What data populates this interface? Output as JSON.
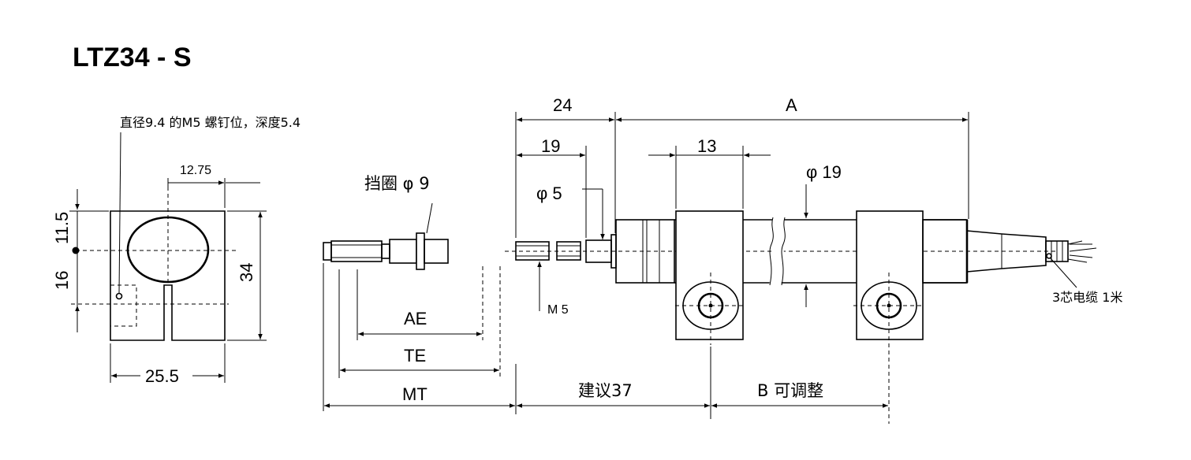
{
  "title": "LTZ34 - S",
  "end_view": {
    "screw_note": "直径9.4 的M5 螺钉位，深度5.4",
    "dim_top": "12.75",
    "dim_upper_left": "11.5",
    "dim_lower_left": "16",
    "dim_height": "34",
    "dim_width": "25.5"
  },
  "rod_view": {
    "collar_label": "挡圈 φ 9",
    "dim_ae": "AE",
    "dim_te": "TE",
    "dim_mt": "MT"
  },
  "side_view": {
    "dim_24": "24",
    "dim_19": "19",
    "dim_a": "A",
    "dim_13": "13",
    "phi_5": "φ 5",
    "phi_19": "φ 19",
    "thread_m5": "M 5",
    "cable_note": "3芯电缆 1米",
    "dim_suggest": "建议37",
    "dim_b": "B 可调整"
  }
}
